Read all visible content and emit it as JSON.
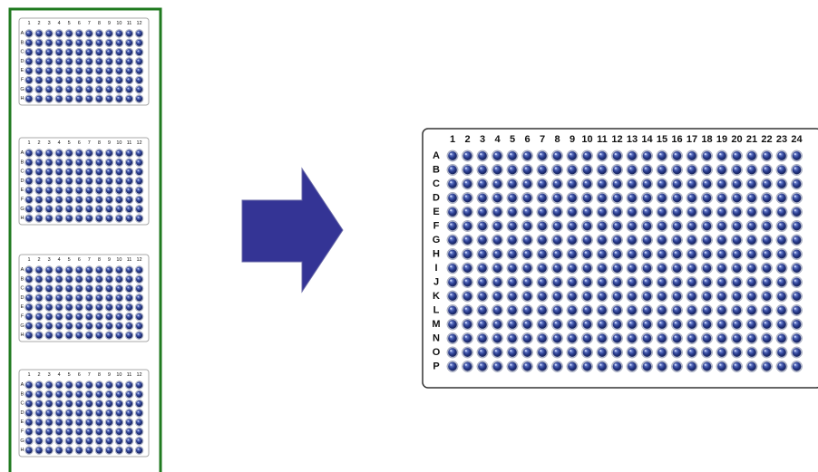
{
  "colors": {
    "background": "#ffffff",
    "group_border": "#1f7a1f",
    "arrow_fill": "#343495",
    "arrow_stroke": "#6a6aa8",
    "well_outer": "#b4b9cc",
    "well_inner": "#2a3d8f",
    "well_highlight": "#dfe6ff",
    "plate_outline": "#333333",
    "small_plate_outline": "#a8a8a8",
    "label_text": "#111111"
  },
  "small_plates": {
    "count": 4,
    "columns": [
      "1",
      "2",
      "3",
      "4",
      "5",
      "6",
      "7",
      "8",
      "9",
      "10",
      "11",
      "12"
    ],
    "rows": [
      "A",
      "B",
      "C",
      "D",
      "E",
      "F",
      "G",
      "H"
    ]
  },
  "arrow": {
    "icon": "right-arrow-icon"
  },
  "large_plate": {
    "columns": [
      "1",
      "2",
      "3",
      "4",
      "5",
      "6",
      "7",
      "8",
      "9",
      "10",
      "11",
      "12",
      "13",
      "14",
      "15",
      "16",
      "17",
      "18",
      "19",
      "20",
      "21",
      "22",
      "23",
      "24"
    ],
    "rows": [
      "A",
      "B",
      "C",
      "D",
      "E",
      "F",
      "G",
      "H",
      "I",
      "J",
      "K",
      "L",
      "M",
      "N",
      "O",
      "P"
    ]
  }
}
